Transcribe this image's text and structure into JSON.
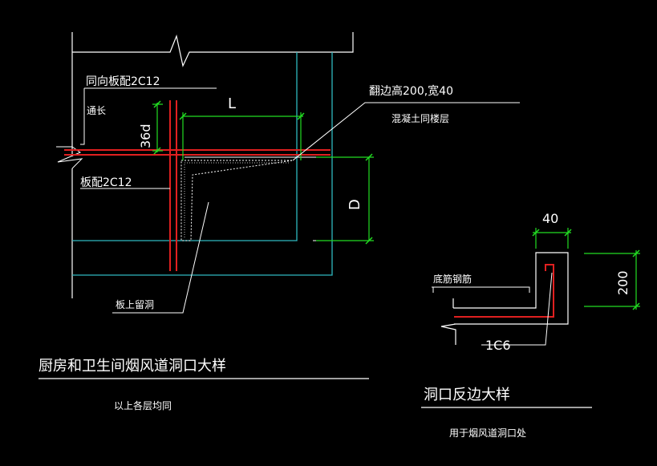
{
  "colors": {
    "background": "#000000",
    "wall_line": "#ffffff",
    "opening_line": "#2fb8c0",
    "dimension_line": "#22dd22",
    "rebar_red": "#e02020",
    "text": "#ffffff"
  },
  "detail_main": {
    "label_top_rebar": "同向板配2C12",
    "label_through": "通长",
    "label_bottom_rebar": "板配2C12",
    "dim_36d": "36d",
    "dim_L": "L",
    "callout_curb": "翻边高200,宽40",
    "callout_curb_sub": "混凝土同楼层",
    "dim_D": "D",
    "callout_slab_hole": "板上留洞",
    "title": "厨房和卫生间烟风道洞口大样",
    "subtitle": "以上各层均同"
  },
  "detail_edge": {
    "dim_40": "40",
    "dim_200": "200",
    "label_bottom_rebar": "底筋钢筋",
    "label_1C6": "1C6",
    "title": "洞口反边大样",
    "subtitle": "用于烟风道洞口处"
  }
}
